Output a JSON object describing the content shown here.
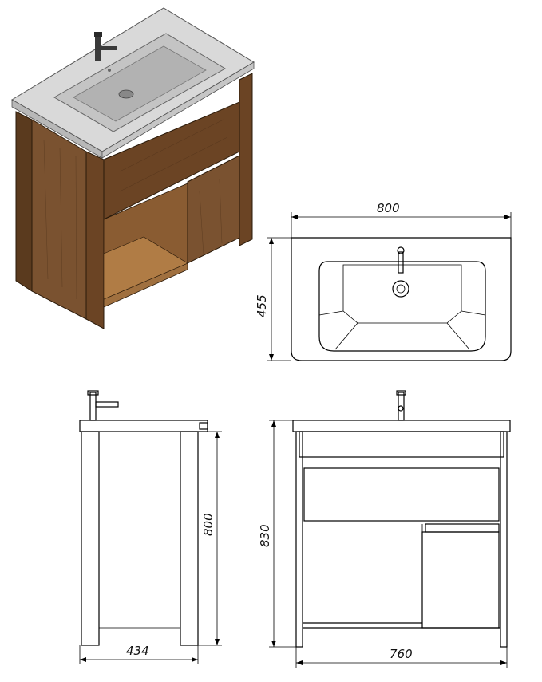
{
  "dimensions": {
    "top_width": "800",
    "top_depth": "455",
    "side_height": "800",
    "side_depth": "434",
    "front_height": "830",
    "front_width": "760"
  },
  "colors": {
    "wood_dark": "#5a3a1e",
    "wood_mid": "#7a5230",
    "wood_light": "#a0703f",
    "ceramic": "#d9d9d9",
    "ceramic_shadow": "#b8b8b8",
    "line": "#000000"
  }
}
